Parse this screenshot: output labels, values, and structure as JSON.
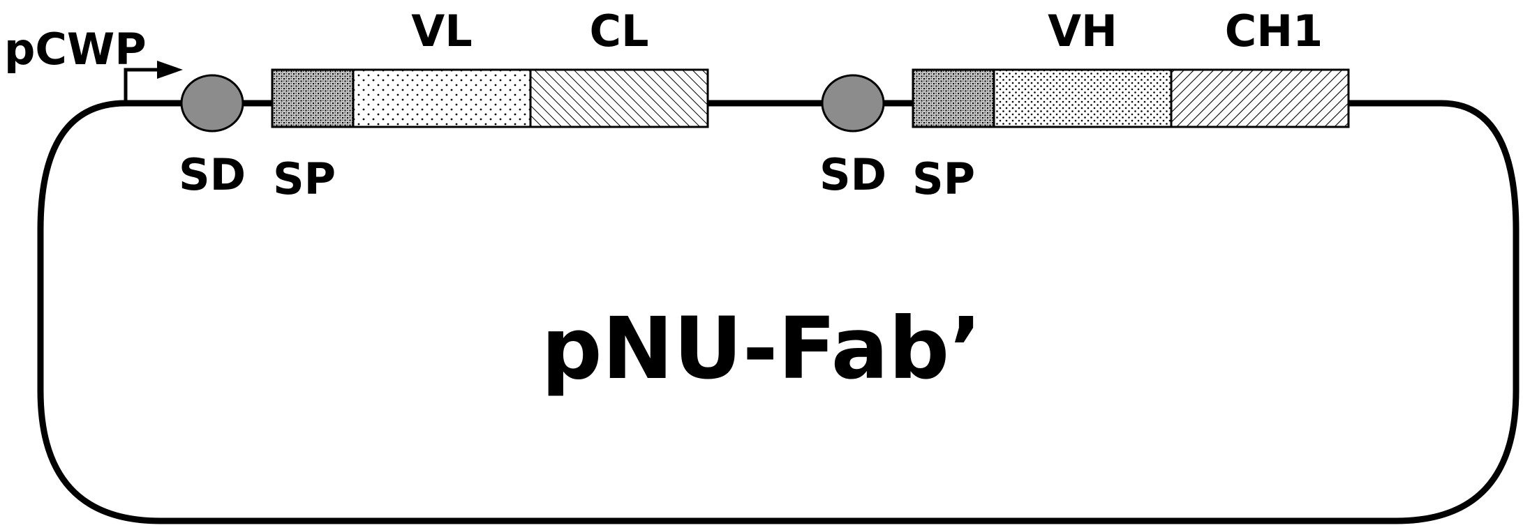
{
  "diagram": {
    "plasmid_name": "pNU-Fab’",
    "promoter": "pCWP",
    "cassette_1": {
      "sd": "SD",
      "sp": "SP",
      "variable": "VL",
      "constant": "CL"
    },
    "cassette_2": {
      "sd": "SD",
      "sp": "SP",
      "variable": "VH",
      "constant": "CH1"
    }
  },
  "colors": {
    "line": "#000000",
    "sd_fill": "#8c8c8c",
    "background": "#ffffff"
  }
}
